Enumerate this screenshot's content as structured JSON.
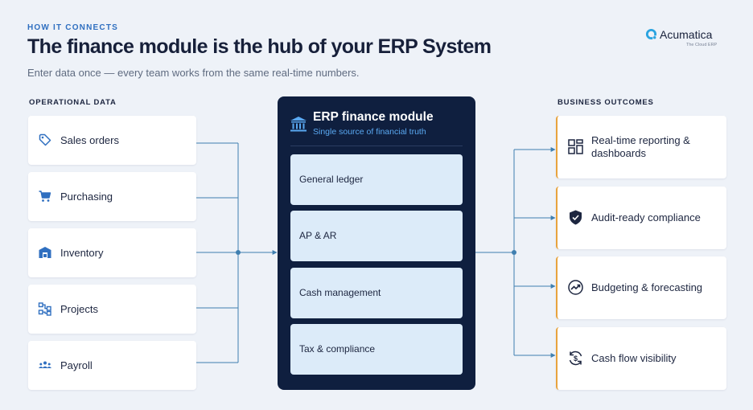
{
  "header": {
    "eyebrow": "HOW IT CONNECTS",
    "title": "The finance module is the hub of your ERP System",
    "subtitle": "Enter data once — every team works from the same real-time numbers."
  },
  "logo": {
    "name": "Acumatica",
    "tagline": "The Cloud ERP",
    "mark_icon": "acumatica-logo-mark",
    "mark_color": "#2aa3e0"
  },
  "operational": {
    "label": "OPERATIONAL DATA",
    "items": [
      {
        "label": "Sales orders",
        "icon": "tag-icon"
      },
      {
        "label": "Purchasing",
        "icon": "cart-icon"
      },
      {
        "label": "Inventory",
        "icon": "warehouse-icon"
      },
      {
        "label": "Projects",
        "icon": "project-flow-icon"
      },
      {
        "label": "Payroll",
        "icon": "people-icon"
      }
    ]
  },
  "hub": {
    "title": "ERP finance module",
    "subtitle": "Single source of financial truth",
    "icon": "bank-icon",
    "items": [
      {
        "label": "General ledger"
      },
      {
        "label": "AP & AR"
      },
      {
        "label": "Cash management"
      },
      {
        "label": "Tax & compliance"
      }
    ]
  },
  "outcomes": {
    "label": "BUSINESS OUTCOMES",
    "items": [
      {
        "label": "Real-time reporting & dashboards",
        "icon": "dashboard-icon"
      },
      {
        "label": "Audit-ready compliance",
        "icon": "shield-check-icon"
      },
      {
        "label": "Budgeting & forecasting",
        "icon": "trend-icon"
      },
      {
        "label": "Cash flow visibility",
        "icon": "cash-cycle-icon"
      }
    ]
  },
  "colors": {
    "background": "#eef2f8",
    "hub": "#0f1f3f",
    "hub_item": "#dcebf9",
    "accent_blue": "#2f6fc0",
    "connector": "#3f7fb0",
    "outcome_accent": "#e8a33d"
  }
}
